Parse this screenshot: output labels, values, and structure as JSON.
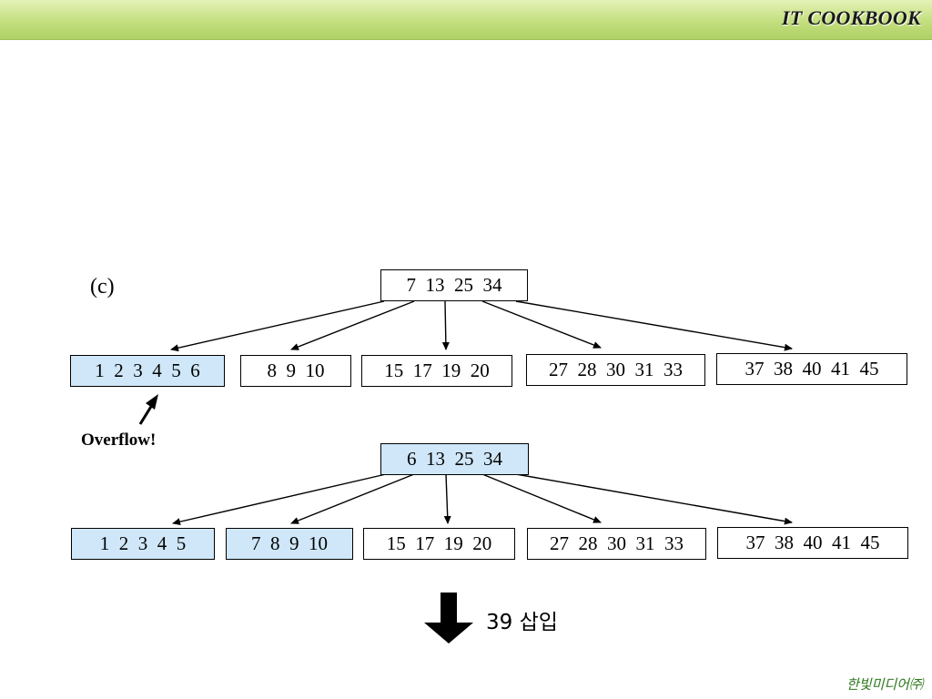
{
  "header": {
    "brand": "IT COOKBOOK"
  },
  "section_label": "(c)",
  "tree1": {
    "root": "7  13  25  34",
    "children": [
      "1  2  3  4  5  6",
      "8  9  10",
      "15  17  19  20",
      "27  28  30  31  33",
      "37  38  40  41  45"
    ]
  },
  "annotation": "Overflow!",
  "tree2": {
    "root": "6  13  25  34",
    "children": [
      "1  2  3  4  5",
      "7  8  9  10",
      "15  17  19  20",
      "27  28  30  31  33",
      "37  38  40  41  45"
    ]
  },
  "next_step": "39 삽입",
  "footer": "한빛미디어㈜",
  "colors": {
    "highlight": "#cfe7f8",
    "header_green": "#c3df7f",
    "footer_green": "#2f7a1e"
  }
}
